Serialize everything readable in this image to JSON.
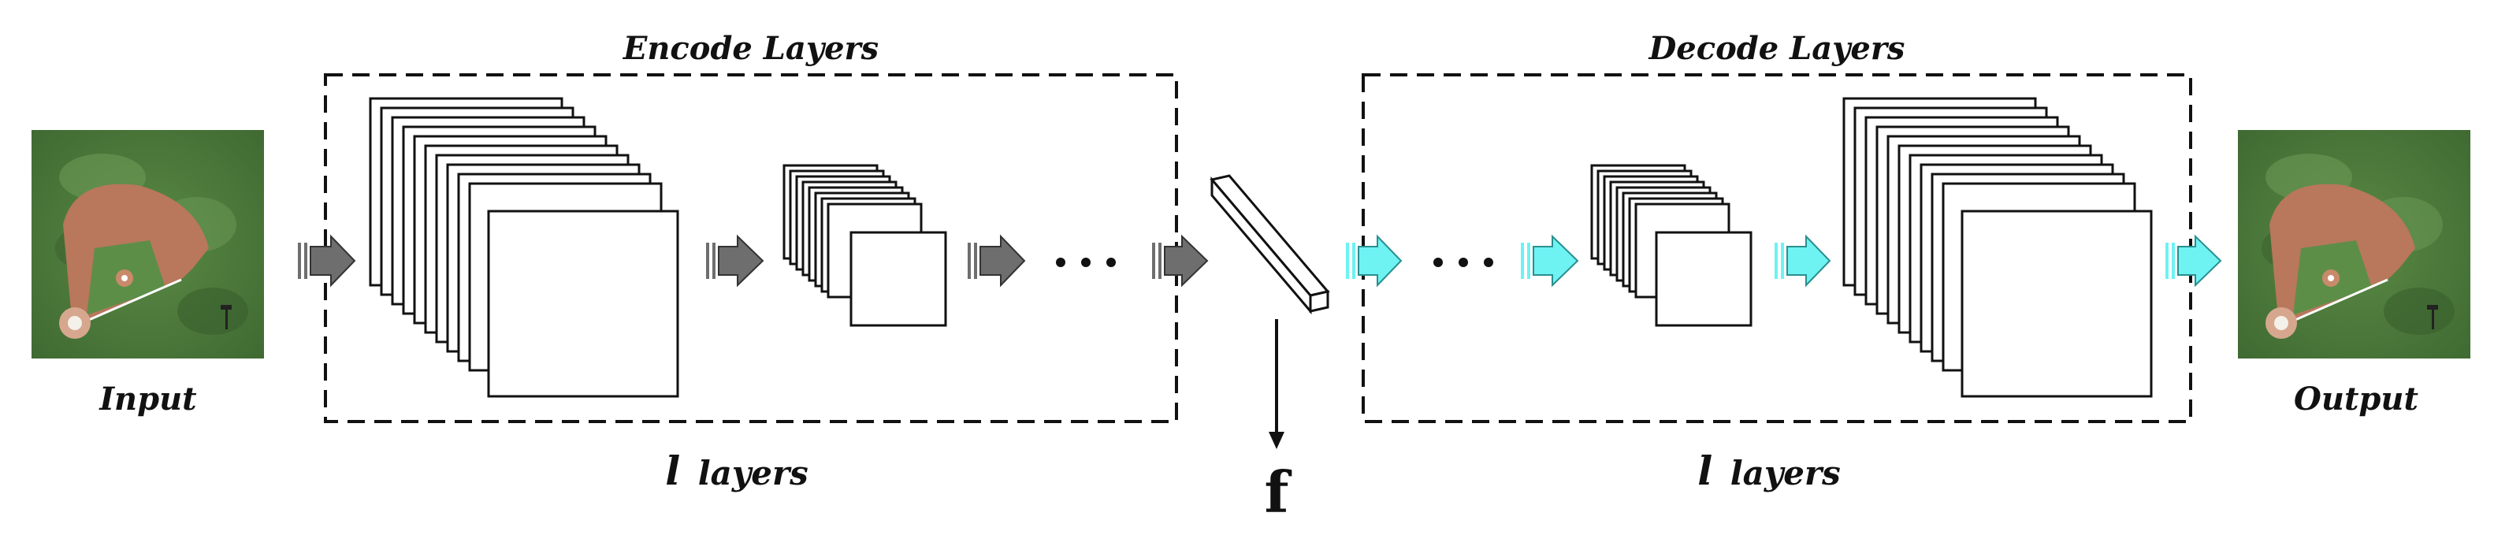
{
  "input_label": "Input",
  "output_label": "Output",
  "encoder": {
    "title": "Encode Layers",
    "layers_prefix": "l",
    "layers_word": "layers"
  },
  "decoder": {
    "title": "Decode Layers",
    "layers_prefix": "l",
    "layers_word": "layers"
  },
  "feature_label": "f",
  "colors": {
    "encode_arrow": "#6e6e6e",
    "decode_arrow": "#6ef2f2",
    "field_green": "#4f7a3e",
    "infield_dirt": "#b9775c",
    "outline": "#111111"
  },
  "icons": [
    "baseball-field-image",
    "arrow-right-icon",
    "ellipsis-icon",
    "arrow-down-icon"
  ]
}
